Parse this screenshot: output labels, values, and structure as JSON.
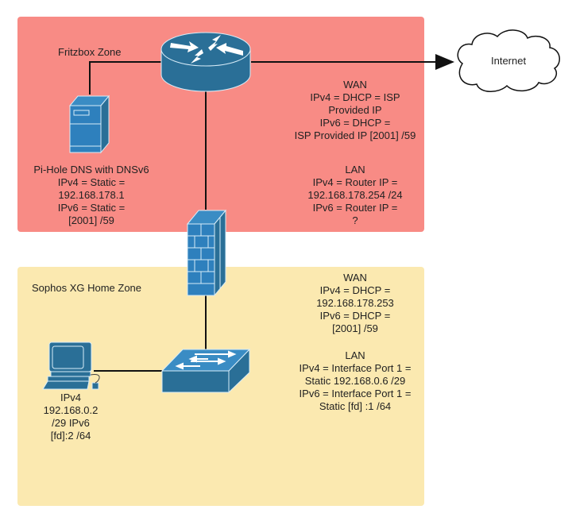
{
  "zones": {
    "fritzbox": {
      "label": "Fritzbox Zone",
      "color": "#f88b85"
    },
    "sophos": {
      "label": "Sophos XG Home Zone",
      "color": "#fbe9b0"
    }
  },
  "nodes": {
    "internet": {
      "label": "Internet"
    },
    "pihole": {
      "lines": [
        "Pi-Hole DNS with DNSv6",
        "IPv4 = Static =",
        "192.168.178.1",
        "IPv6 = Static =",
        "[2001] /59"
      ]
    },
    "fritz_wan": {
      "lines": [
        "WAN",
        "IPv4 = DHCP = ISP",
        "Provided IP",
        "IPv6 = DHCP =",
        "ISP Provided IP [2001] /59"
      ]
    },
    "fritz_lan": {
      "lines": [
        "LAN",
        "IPv4 = Router IP =",
        "192.168.178.254 /24",
        "IPv6 = Router IP =",
        "?"
      ]
    },
    "sophos_wan": {
      "lines": [
        "WAN",
        "IPv4 = DHCP =",
        "192.168.178.253",
        "IPv6 = DHCP =",
        "[2001] /59"
      ]
    },
    "sophos_lan": {
      "lines": [
        "LAN",
        "IPv4 = Interface Port 1 =",
        "Static 192.168.0.6 /29",
        "IPv6 = Interface Port 1 =",
        "Static [fd] :1 /64"
      ]
    },
    "pc": {
      "lines": [
        "IPv4",
        "192.168.0.2",
        "/29 IPv6",
        "[fd]:2 /64"
      ]
    }
  },
  "colors": {
    "device": "#2a6f97",
    "device_light": "#3a8cc4",
    "line": "#111111"
  }
}
